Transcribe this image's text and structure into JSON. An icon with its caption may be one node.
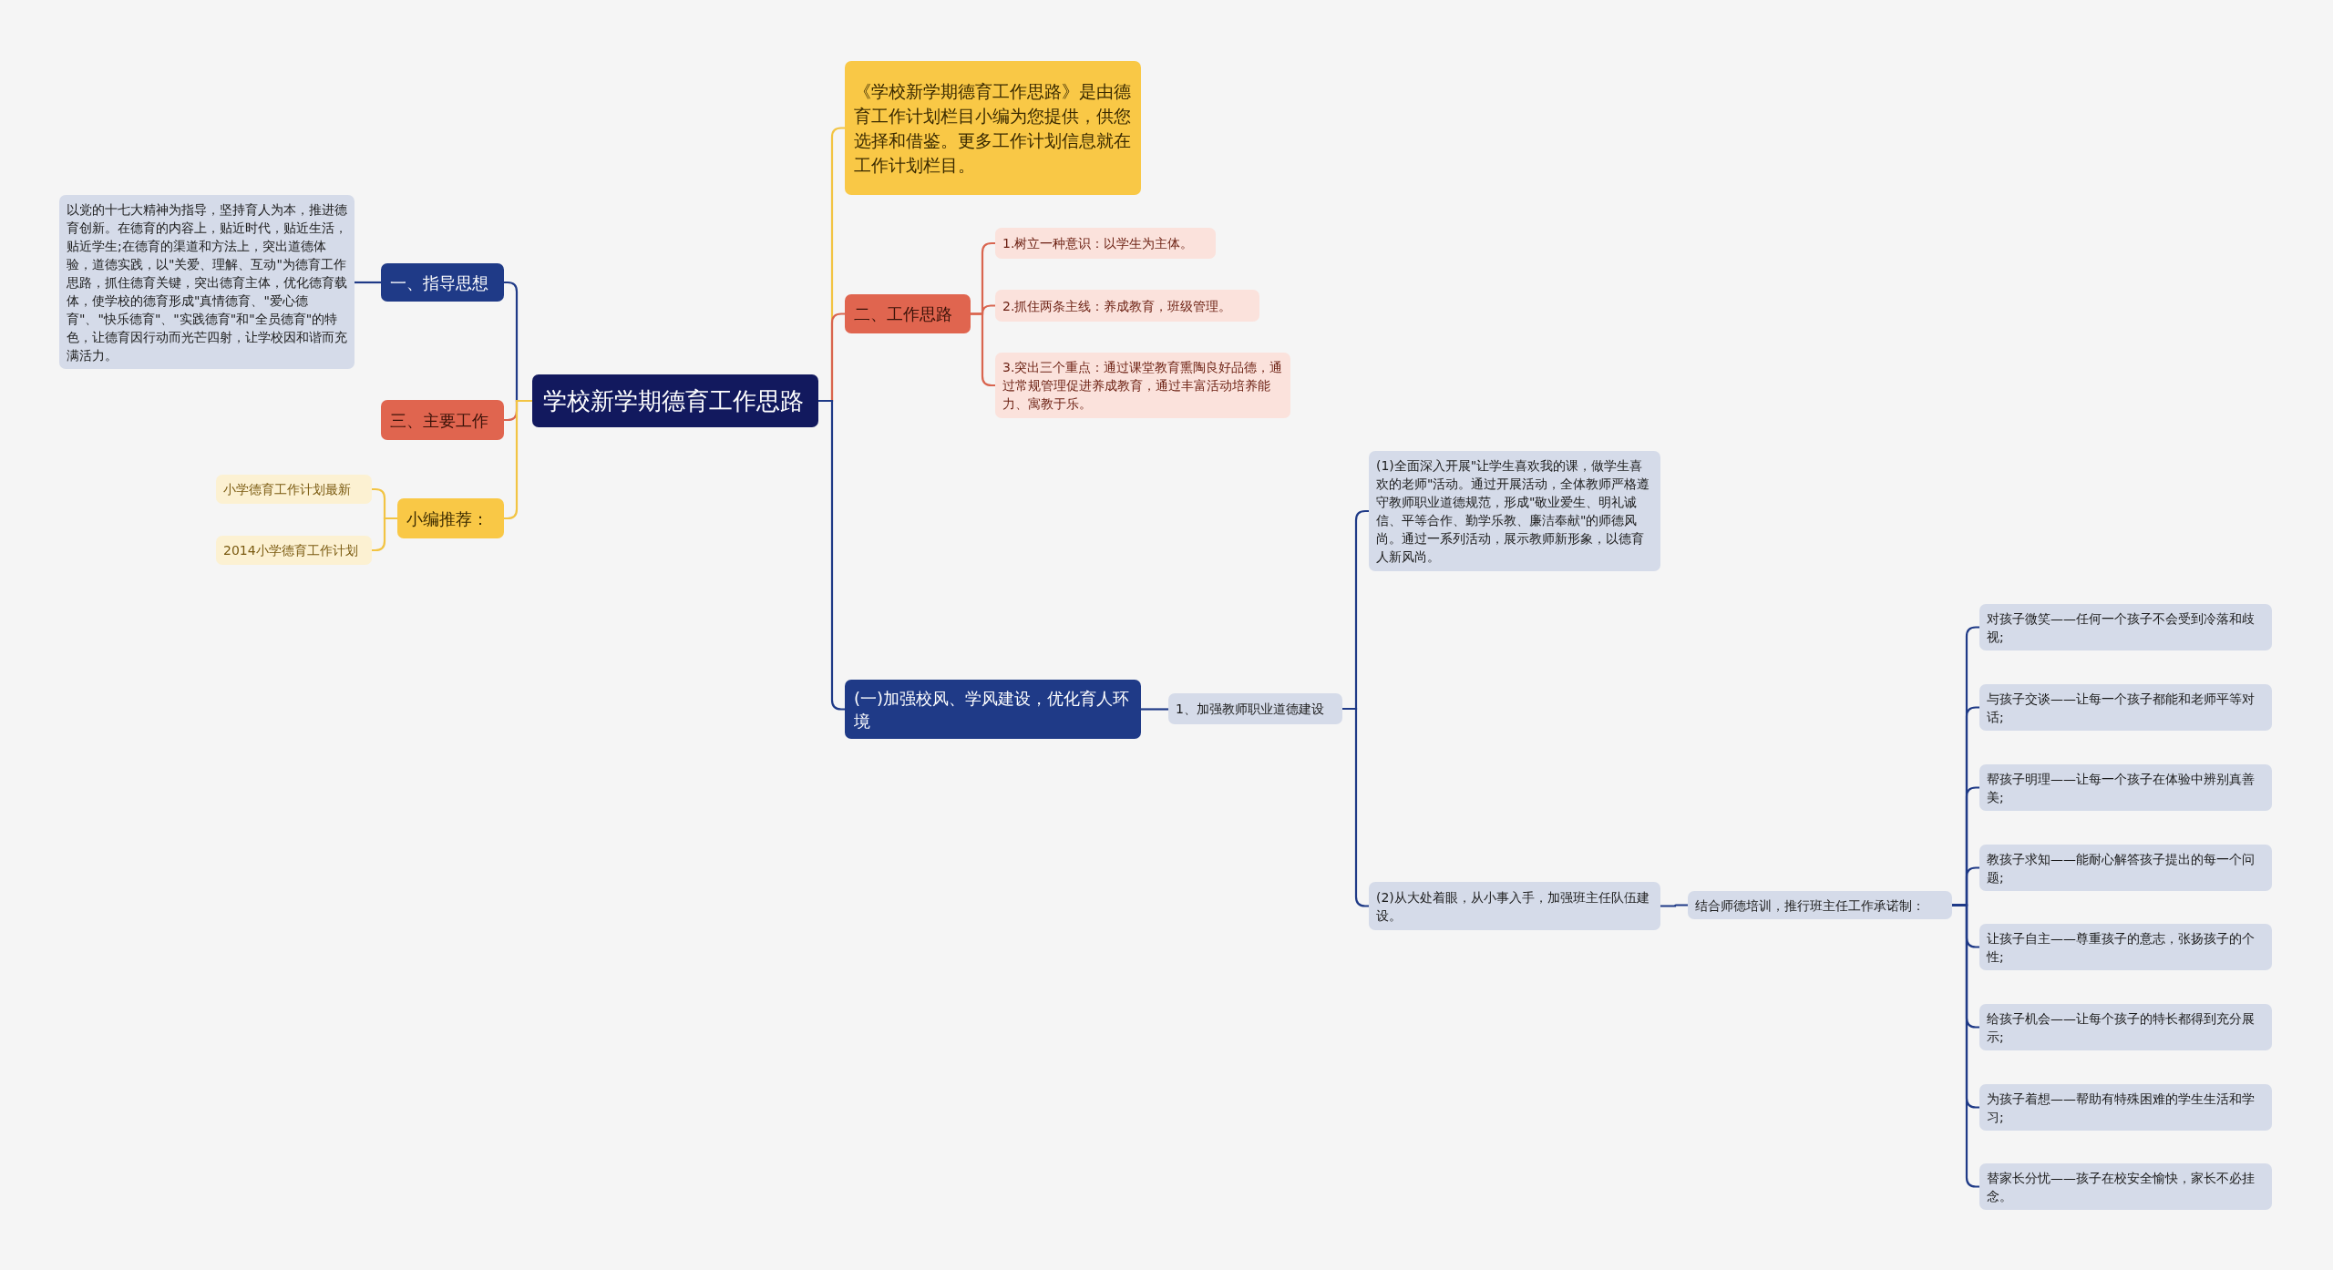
{
  "diagram": {
    "nodes": [
      {
        "text": [
          "学校新学期德育工作思路"
        ]
      },
      {
        "text": [
          "一、指导思想"
        ]
      },
      {
        "text": [
          "以党的十七大精神为指导，坚持育人为本，推进德育创新。在德育的内容上，贴近时代，贴近生活，贴近学生;在德育的渠道和方法上，突出道德体验，道德实践，以\"关爱、理解、互动\"为德育工作思路，抓住德育关键，突出德育主体，优化德育载体，使学校的德育形成\"真情德育、\"爱心德育\"、\"快乐德育\"、\"实践德育\"和\"全员德育\"的特色，让德育因行动而光芒四射，让学校因和谐而充满活力。"
        ]
      },
      {
        "text": [
          "三、主要工作"
        ]
      },
      {
        "text": [
          "小编推荐："
        ]
      },
      {
        "text": [
          "小学德育工作计划最新"
        ]
      },
      {
        "text": [
          "2014小学德育工作计划"
        ]
      },
      {
        "text": [
          "《学校新学期德育工作思路》是由德育工作计划栏目小编为您提供，供您选择和借鉴。更多工作计划信息就在工作计划栏目。"
        ]
      },
      {
        "text": [
          "二、工作思路"
        ]
      },
      {
        "text": [
          "1.树立一种意识：以学生为主体。"
        ]
      },
      {
        "text": [
          "2.抓住两条主线：养成教育，班级管理。"
        ]
      },
      {
        "text": [
          "3.突出三个重点：通过课堂教育熏陶良好品德，通过常规管理促进养成教育，通过丰富活动培养能力、寓教于乐。"
        ]
      },
      {
        "text": [
          "(一)加强校风、学风建设，优化育人环境"
        ]
      },
      {
        "text": [
          "1、加强教师职业道德建设"
        ]
      },
      {
        "text": [
          "(1)全面深入开展\"让学生喜欢我的课，做学生喜欢的老师\"活动。通过开展活动，全体教师严格遵守教师职业道德规范，形成\"敬业爱生、明礼诚信、平等合作、勤学乐教、廉洁奉献\"的师德风尚。通过一系列活动，展示教师新形象，以德育人新风尚。"
        ]
      },
      {
        "text": [
          "(2)从大处着眼，从小事入手，加强班主任队伍建设。"
        ]
      },
      {
        "text": [
          "结合师德培训，推行班主任工作承诺制："
        ]
      },
      {
        "text": [
          "对孩子微笑——任何一个孩子不会受到冷落和歧视;"
        ]
      },
      {
        "text": [
          "与孩子交谈——让每一个孩子都能和老师平等对话;"
        ]
      },
      {
        "text": [
          "帮孩子明理——让每一个孩子在体验中辨别真善美;"
        ]
      },
      {
        "text": [
          "教孩子求知——能耐心解答孩子提出的每一个问题;"
        ]
      },
      {
        "text": [
          "让孩子自主——尊重孩子的意志，张扬孩子的个性;"
        ]
      },
      {
        "text": [
          "给孩子机会——让每个孩子的特长都得到充分展示;"
        ]
      },
      {
        "text": [
          "为孩子着想——帮助有特殊困难的学生生活和学习;"
        ]
      },
      {
        "text": [
          "替家长分忧——孩子在校安全愉快，家长不必挂念。"
        ]
      }
    ],
    "edges": [
      {
        "from": 0,
        "to": 1,
        "arrow": "none"
      },
      {
        "from": 1,
        "to": 2,
        "arrow": "none"
      },
      {
        "from": 0,
        "to": 3,
        "arrow": "none",
        "color": "#d9654f"
      },
      {
        "from": 0,
        "to": 4,
        "arrow": "none",
        "color": "#f2c443"
      },
      {
        "from": 4,
        "to": 5,
        "arrow": "none",
        "color": "#f2c443"
      },
      {
        "from": 4,
        "to": 6,
        "arrow": "none",
        "color": "#f2c443"
      },
      {
        "from": 0,
        "to": 7,
        "arrow": "none",
        "color": "#f2c443"
      },
      {
        "from": 0,
        "to": 8,
        "arrow": "none",
        "color": "#d9654f"
      },
      {
        "from": 8,
        "to": 9,
        "arrow": "none",
        "color": "#d9654f"
      },
      {
        "from": 8,
        "to": 10,
        "arrow": "none",
        "color": "#d9654f"
      },
      {
        "from": 8,
        "to": 11,
        "arrow": "none",
        "color": "#d9654f"
      },
      {
        "from": 0,
        "to": 12,
        "arrow": "none"
      },
      {
        "from": 12,
        "to": 13,
        "arrow": "none"
      },
      {
        "from": 13,
        "to": 14,
        "arrow": "none"
      },
      {
        "from": 13,
        "to": 15,
        "arrow": "none"
      },
      {
        "from": 15,
        "to": 16,
        "arrow": "none"
      },
      {
        "from": 16,
        "to": 17,
        "arrow": "none"
      },
      {
        "from": 16,
        "to": 18,
        "arrow": "none"
      },
      {
        "from": 16,
        "to": 19,
        "arrow": "none"
      },
      {
        "from": 16,
        "to": 20,
        "arrow": "none"
      },
      {
        "from": 16,
        "to": 21,
        "arrow": "none"
      },
      {
        "from": 16,
        "to": 22,
        "arrow": "none"
      },
      {
        "from": 16,
        "to": 23,
        "arrow": "none"
      },
      {
        "from": 16,
        "to": 24,
        "arrow": "none"
      }
    ]
  }
}
